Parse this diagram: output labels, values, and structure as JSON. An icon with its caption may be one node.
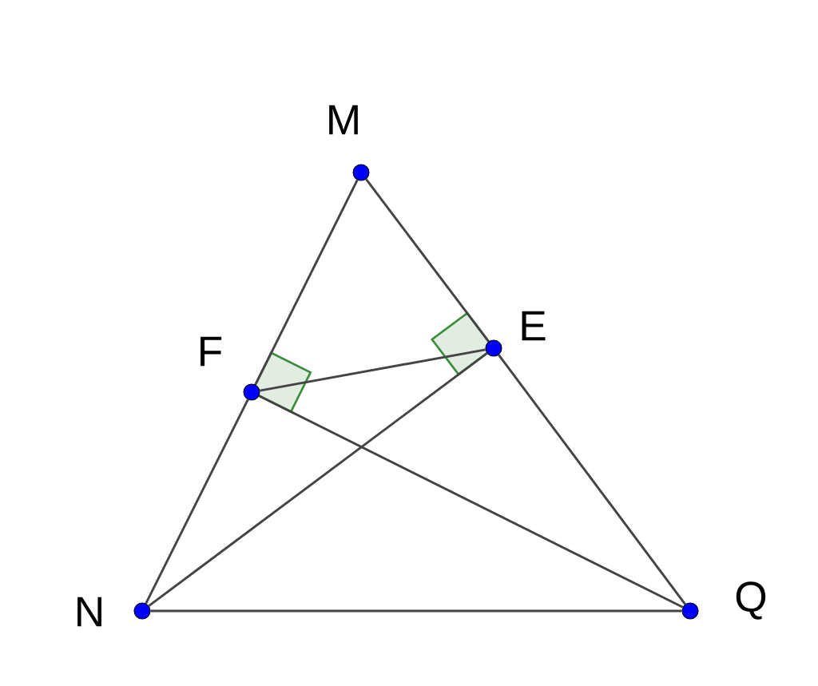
{
  "diagram": {
    "nodes": [
      {
        "text": [],
        "shape": "circle",
        "beside": [
          "M"
        ]
      },
      {
        "text": [],
        "shape": "circle",
        "beside": [
          "N"
        ]
      },
      {
        "text": [],
        "shape": "circle",
        "beside": [
          "Q"
        ]
      },
      {
        "text": [],
        "shape": "circle",
        "beside": [
          "F"
        ]
      },
      {
        "text": [],
        "shape": "circle",
        "beside": [
          "E"
        ]
      }
    ],
    "edges": [
      {
        "from": 0,
        "to": 3,
        "arrow": "none"
      },
      {
        "from": 3,
        "to": 1,
        "arrow": "none"
      },
      {
        "from": 0,
        "to": 4,
        "arrow": "none"
      },
      {
        "from": 4,
        "to": 2,
        "arrow": "none"
      },
      {
        "from": 1,
        "to": 2,
        "arrow": "none"
      },
      {
        "from": 3,
        "to": 4,
        "arrow": "none"
      },
      {
        "from": 3,
        "to": 2,
        "arrow": "none"
      },
      {
        "from": 1,
        "to": 4,
        "arrow": "none"
      }
    ]
  }
}
